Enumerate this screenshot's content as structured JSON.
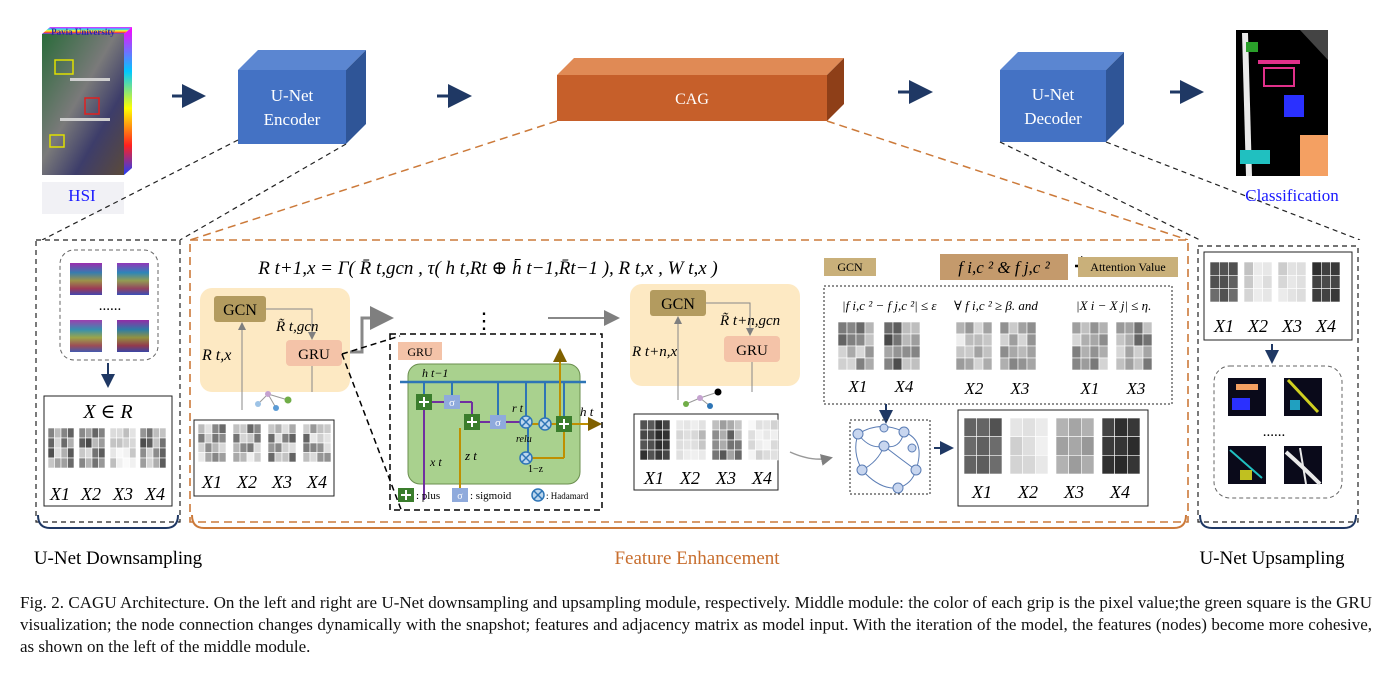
{
  "top": {
    "hsi_title": "Pavia University",
    "hsi_label": "HSI",
    "encoder_line1": "U-Net",
    "encoder_line2": "Encoder",
    "cag_label": "CAG",
    "decoder_line1": "U-Net",
    "decoder_line2": "Decoder",
    "classification_label": "Classification"
  },
  "downsampling": {
    "ellipsis": "......",
    "set_label": "X ∈ R",
    "x_labels": [
      "X1",
      "X2",
      "X3",
      "X4"
    ],
    "module_label": "U-Net Downsampling"
  },
  "enhancement": {
    "formula": "R t+1,x = Γ( R̄ t,gcn , τ( h t,Rt ⊕ h̄ t−1,R̄t−1 ), R t,x , W t,x )",
    "gcn": "GCN",
    "gru": "GRU",
    "r_tilde_t": "R̃ t,gcn",
    "r_t_x": "R t,x",
    "r_tilde_tn": "R̃ t+n,gcn",
    "r_tn_x": "R t+n,x",
    "dots": "⋮",
    "gru_box_title": "GRU",
    "gru_vars": {
      "h_prev": "h t−1",
      "x_t": "x t",
      "z_t": "z t",
      "r_t": "r t",
      "h_t": "h t",
      "relu": "relu",
      "one_minus_z": "1−z"
    },
    "sigma": "σ",
    "legend": {
      "plus": ": plus",
      "sigmoid": ": sigmoid",
      "hadamard": ": Hadamard"
    },
    "x_labels": [
      "X1",
      "X2",
      "X3",
      "X4"
    ],
    "gcn_tag": "GCN",
    "attention_formula": "f i,c ² & f j,c ²",
    "attention_value": "Attention Value",
    "cond1": "|f i,c ² − f j,c ²| ≤ ε",
    "cond2": "∀ f i,c ² ≥ β.  and",
    "cond3": "|X i − X j| ≤ η.",
    "pair_labels": [
      [
        "X1",
        "X4"
      ],
      [
        "X2",
        "X3"
      ],
      [
        "X1",
        "X3"
      ]
    ],
    "module_label": "Feature Enhancement"
  },
  "upsampling": {
    "x_labels": [
      "X1",
      "X2",
      "X3",
      "X4"
    ],
    "ellipsis": "......",
    "module_label": "U-Net Upsampling"
  },
  "caption": "Fig. 2.   CAGU Architecture. On the left and right are U-Net downsampling and upsampling module, respectively. Middle module: the color of each grip is the pixel value;the green square is the GRU visualization; the node connection changes dynamically with the snapshot; features and adjacency matrix as model input. With the iteration of the model, the features (nodes) become more cohesive, as shown on the left of the middle module.",
  "colors": {
    "blue_box": "#4472c4",
    "cag_orange": "#c65f2a",
    "dash_orange": "#cc7a3a",
    "gcn_brown": "#b39b5f",
    "gru_pink": "#f4c3a8",
    "panel_yellow": "#fde9c3",
    "gru_green": "#a9d18e",
    "arrow_navy": "#1f3864"
  }
}
